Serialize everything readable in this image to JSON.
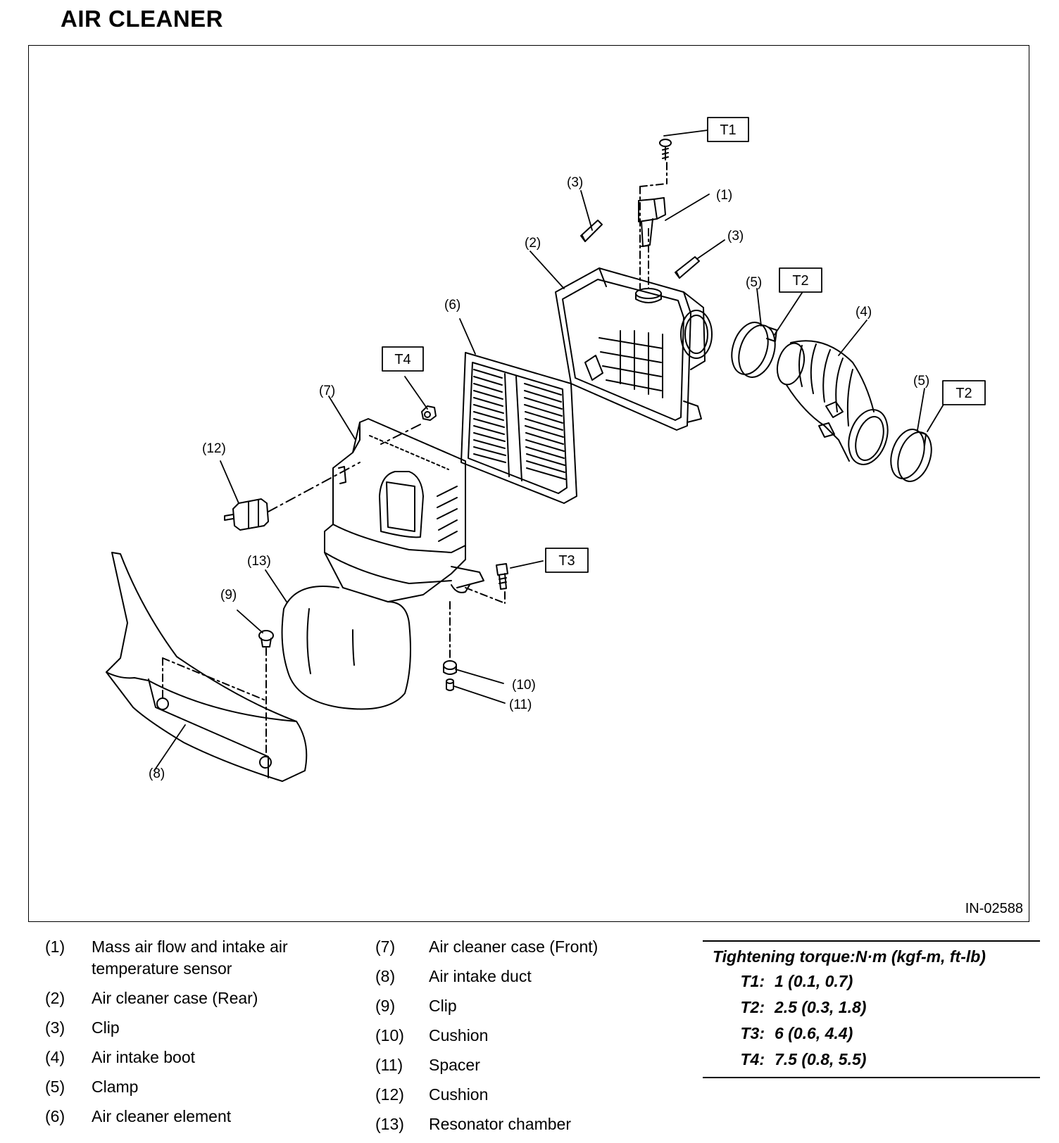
{
  "title": "AIR CLEANER",
  "figure_id": "IN-02588",
  "callouts": {
    "c1": "(1)",
    "c2": "(2)",
    "c3a": "(3)",
    "c3b": "(3)",
    "c4": "(4)",
    "c5a": "(5)",
    "c5b": "(5)",
    "c6": "(6)",
    "c7": "(7)",
    "c8": "(8)",
    "c9": "(9)",
    "c10": "(10)",
    "c11": "(11)",
    "c12": "(12)",
    "c13": "(13)"
  },
  "torque_boxes": {
    "t1": "T1",
    "t2a": "T2",
    "t2b": "T2",
    "t3": "T3",
    "t4": "T4"
  },
  "legend": {
    "col1": [
      {
        "num": "(1)",
        "text": "Mass air flow and intake air temperature sensor"
      },
      {
        "num": "(2)",
        "text": "Air cleaner case (Rear)"
      },
      {
        "num": "(3)",
        "text": "Clip"
      },
      {
        "num": "(4)",
        "text": "Air intake boot"
      },
      {
        "num": "(5)",
        "text": "Clamp"
      },
      {
        "num": "(6)",
        "text": "Air cleaner element"
      }
    ],
    "col2": [
      {
        "num": "(7)",
        "text": "Air cleaner case (Front)"
      },
      {
        "num": "(8)",
        "text": "Air intake duct"
      },
      {
        "num": "(9)",
        "text": "Clip"
      },
      {
        "num": "(10)",
        "text": "Cushion"
      },
      {
        "num": "(11)",
        "text": "Spacer"
      },
      {
        "num": "(12)",
        "text": "Cushion"
      },
      {
        "num": "(13)",
        "text": "Resonator chamber"
      }
    ]
  },
  "torque_table": {
    "heading": "Tightening torque:N·m (kgf-m, ft-lb)",
    "rows": [
      {
        "key": "T1:",
        "value": "1 (0.1, 0.7)"
      },
      {
        "key": "T2:",
        "value": "2.5 (0.3, 1.8)"
      },
      {
        "key": "T3:",
        "value": "6 (0.6, 4.4)"
      },
      {
        "key": "T4:",
        "value": "7.5 (0.8, 5.5)"
      }
    ]
  }
}
